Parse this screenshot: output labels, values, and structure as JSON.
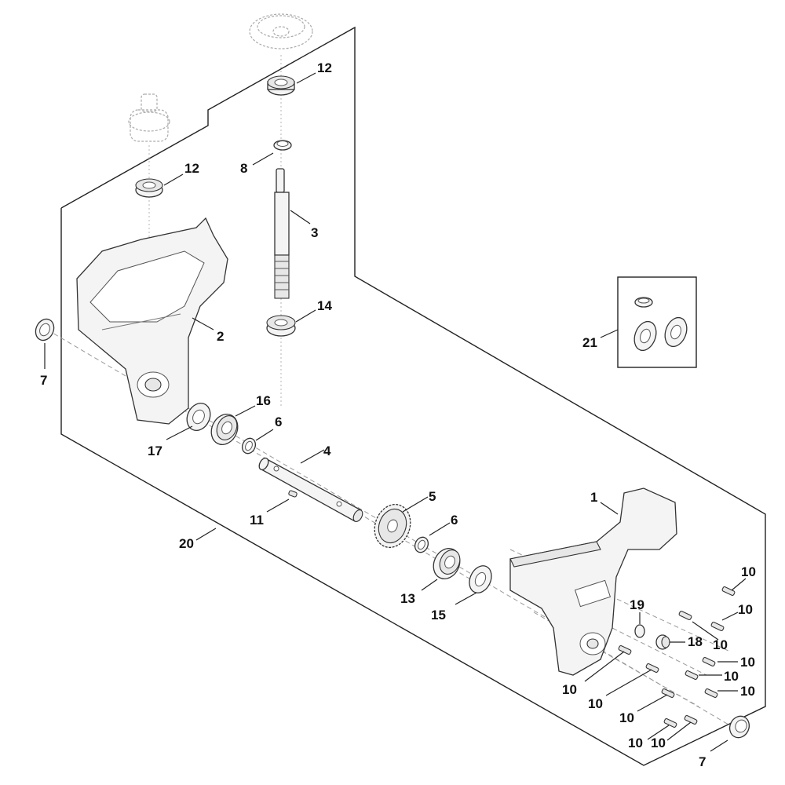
{
  "title": "Gearbox housing exploded parts diagram",
  "callouts": [
    {
      "id": "c1",
      "number": "1",
      "part": "gearbox housing right"
    },
    {
      "id": "c2",
      "number": "2",
      "part": "gearbox housing left"
    },
    {
      "id": "c3",
      "number": "3",
      "part": "worm shaft"
    },
    {
      "id": "c4",
      "number": "4",
      "part": "drive shaft"
    },
    {
      "id": "c5",
      "number": "5",
      "part": "spur gear"
    },
    {
      "id": "c6a",
      "number": "6",
      "part": "washer"
    },
    {
      "id": "c6b",
      "number": "6",
      "part": "washer"
    },
    {
      "id": "c7a",
      "number": "7",
      "part": "shaft seal"
    },
    {
      "id": "c7b",
      "number": "7",
      "part": "shaft seal"
    },
    {
      "id": "c8",
      "number": "8",
      "part": "spacer ring"
    },
    {
      "id": "c10a",
      "number": "10",
      "part": "screw"
    },
    {
      "id": "c10b",
      "number": "10",
      "part": "screw"
    },
    {
      "id": "c10c",
      "number": "10",
      "part": "screw"
    },
    {
      "id": "c10d",
      "number": "10",
      "part": "screw"
    },
    {
      "id": "c10e",
      "number": "10",
      "part": "screw"
    },
    {
      "id": "c10f",
      "number": "10",
      "part": "screw"
    },
    {
      "id": "c10g",
      "number": "10",
      "part": "screw"
    },
    {
      "id": "c10h",
      "number": "10",
      "part": "screw"
    },
    {
      "id": "c10i",
      "number": "10",
      "part": "screw"
    },
    {
      "id": "c10j",
      "number": "10",
      "part": "screw"
    },
    {
      "id": "c10k",
      "number": "10",
      "part": "screw"
    },
    {
      "id": "c11",
      "number": "11",
      "part": "key"
    },
    {
      "id": "c12a",
      "number": "12",
      "part": "ball bearing"
    },
    {
      "id": "c12b",
      "number": "12",
      "part": "ball bearing"
    },
    {
      "id": "c13",
      "number": "13",
      "part": "ball bearing"
    },
    {
      "id": "c14",
      "number": "14",
      "part": "ball bearing"
    },
    {
      "id": "c15",
      "number": "15",
      "part": "shaft seal"
    },
    {
      "id": "c16",
      "number": "16",
      "part": "ball bearing"
    },
    {
      "id": "c17",
      "number": "17",
      "part": "shaft seal"
    },
    {
      "id": "c18",
      "number": "18",
      "part": "plug"
    },
    {
      "id": "c19",
      "number": "19",
      "part": "o-ring"
    },
    {
      "id": "c20",
      "number": "20",
      "part": "gearbox assembly"
    },
    {
      "id": "c21",
      "number": "21",
      "part": "seal kit"
    }
  ]
}
